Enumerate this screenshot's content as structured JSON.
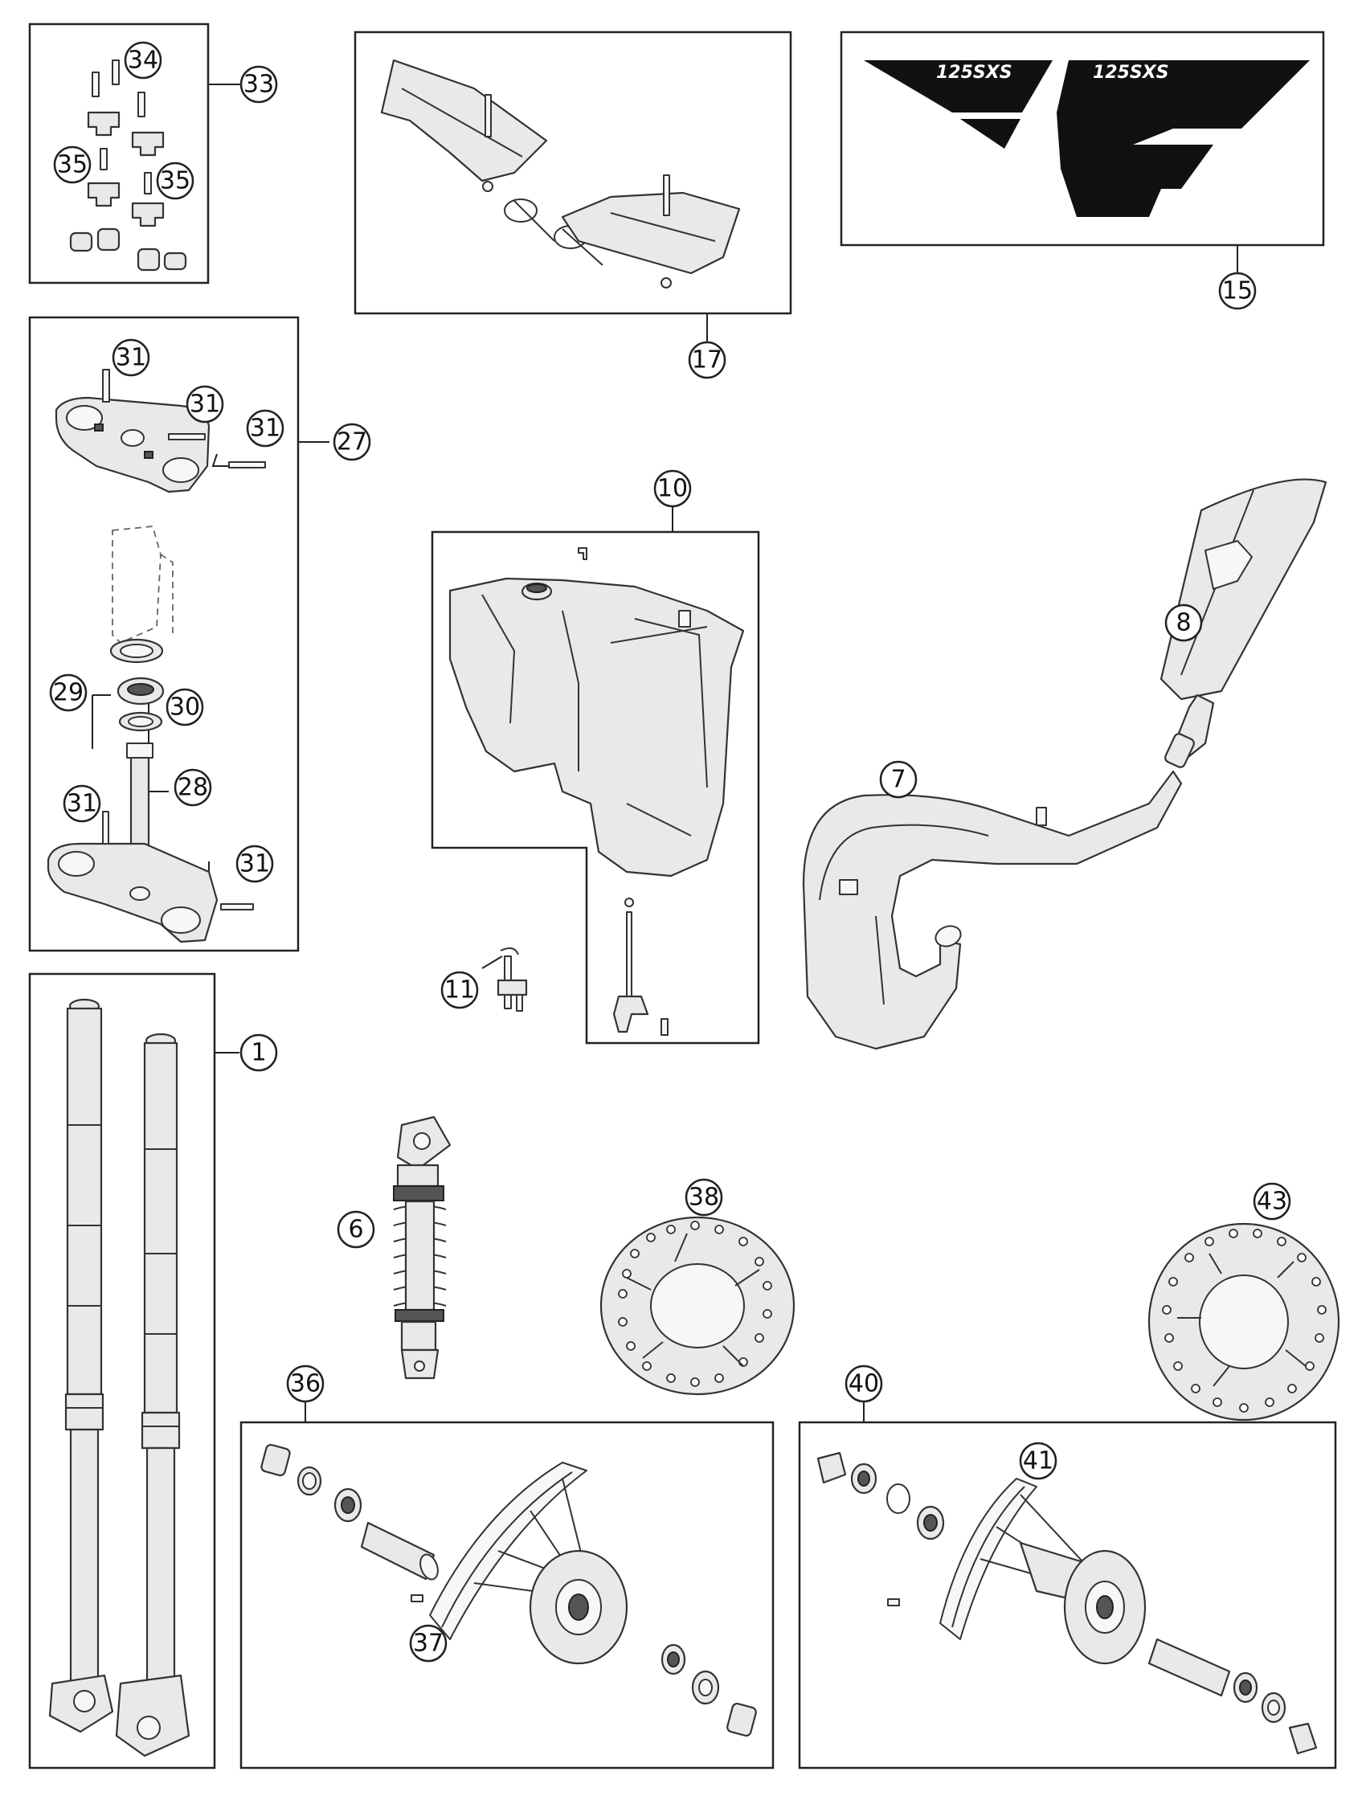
{
  "callouts": [
    {
      "id": "c33",
      "label": "33"
    },
    {
      "id": "c34",
      "label": "34"
    },
    {
      "id": "c35a",
      "label": "35"
    },
    {
      "id": "c35b",
      "label": "35"
    },
    {
      "id": "c17",
      "label": "17"
    },
    {
      "id": "c15",
      "label": "15"
    },
    {
      "id": "c27",
      "label": "27"
    },
    {
      "id": "c31a",
      "label": "31"
    },
    {
      "id": "c31b",
      "label": "31"
    },
    {
      "id": "c31c",
      "label": "31"
    },
    {
      "id": "c29",
      "label": "29"
    },
    {
      "id": "c30",
      "label": "30"
    },
    {
      "id": "c28",
      "label": "28"
    },
    {
      "id": "c31d",
      "label": "31"
    },
    {
      "id": "c31e",
      "label": "31"
    },
    {
      "id": "c10",
      "label": "10"
    },
    {
      "id": "c11",
      "label": "11"
    },
    {
      "id": "c8",
      "label": "8"
    },
    {
      "id": "c7",
      "label": "7"
    },
    {
      "id": "c1",
      "label": "1"
    },
    {
      "id": "c6",
      "label": "6"
    },
    {
      "id": "c38",
      "label": "38"
    },
    {
      "id": "c43",
      "label": "43"
    },
    {
      "id": "c36",
      "label": "36"
    },
    {
      "id": "c37",
      "label": "37"
    },
    {
      "id": "c40",
      "label": "40"
    },
    {
      "id": "c41",
      "label": "41"
    }
  ],
  "decal": {
    "left_text": "125SXS",
    "right_text": "125SXS"
  }
}
